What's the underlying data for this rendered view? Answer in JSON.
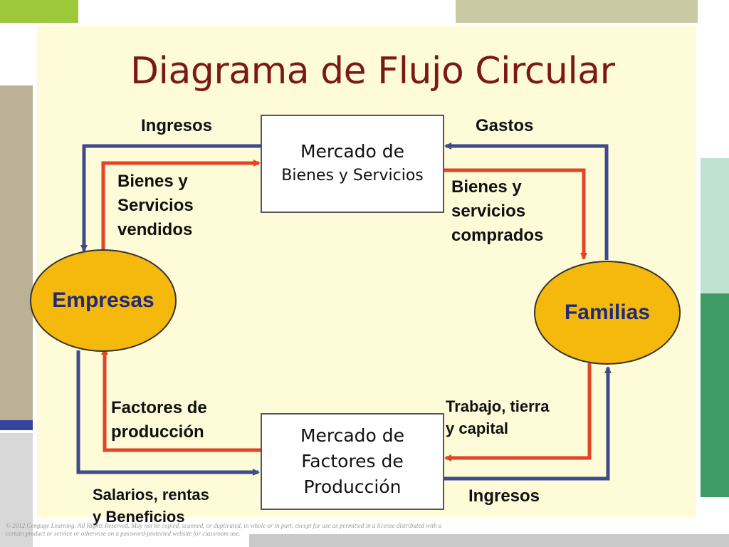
{
  "title": "Diagrama de Flujo Circular",
  "nodes": {
    "goods_market": [
      "Mercado de",
      "Bienes y Servicios"
    ],
    "factor_market": [
      "Mercado de",
      "Factores de",
      "Producción"
    ],
    "firms": "Empresas",
    "households": "Familias"
  },
  "labels": {
    "revenue_top": "Ingresos",
    "spending": "Gastos",
    "goods_sold": [
      "Bienes y",
      "Servicios",
      "vendidos"
    ],
    "goods_bought": [
      "Bienes y",
      "servicios",
      "comprados"
    ],
    "factors_of_production": [
      "Factores de",
      "producción"
    ],
    "labor_land_capital": [
      "Trabajo, tierra",
      "y capital"
    ],
    "wages_rents_profits": [
      "Salarios, rentas",
      "y Beneficios"
    ],
    "income_bottom": "Ingresos"
  },
  "colors": {
    "money_flow": "#3d4a8c",
    "goods_flow": "#e0452a",
    "ellipse_fill": "#f5b80c",
    "ellipse_text": "#1f2a7a",
    "title": "#7b1a14"
  },
  "copyright": "© 2012 Cengage Learning. All Rights Reserved. May not be copied, scanned, or duplicated, in whole or in part, except for use as permitted in a license distributed with a certain product or service or otherwise on a password-protected website for classroom use."
}
